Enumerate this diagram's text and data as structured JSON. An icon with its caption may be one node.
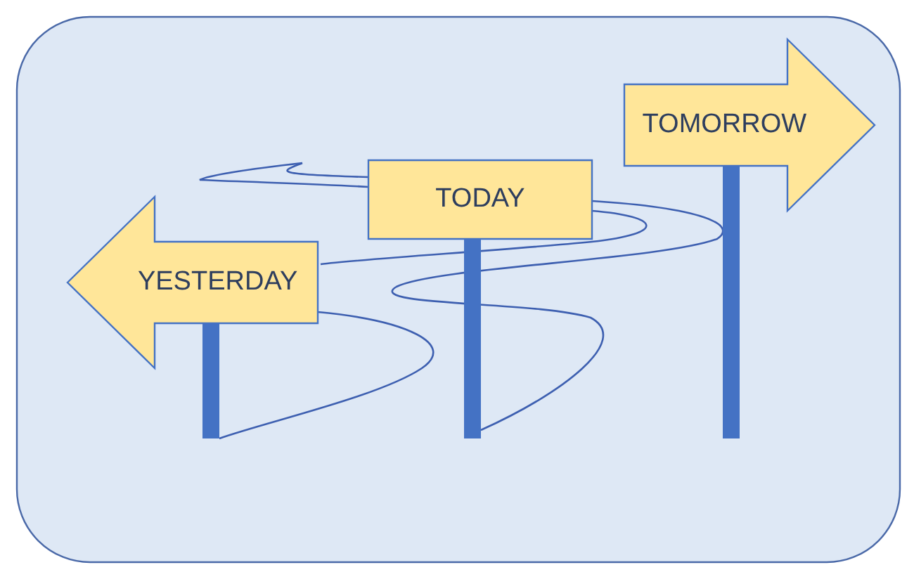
{
  "diagram": {
    "nodes": [
      {
        "text": [
          "YESTERDAY"
        ]
      },
      {
        "text": [
          "TODAY"
        ]
      },
      {
        "text": [
          "TOMORROW"
        ]
      }
    ]
  }
}
